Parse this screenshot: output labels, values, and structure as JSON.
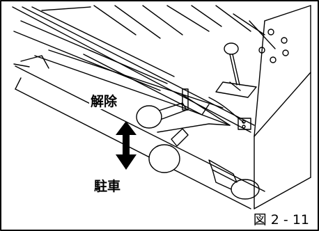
{
  "labels": {
    "release": "解除",
    "parking": "駐車"
  },
  "caption": "図 2 - 11",
  "colors": {
    "ink": "#000000",
    "paper": "#ffffff"
  }
}
